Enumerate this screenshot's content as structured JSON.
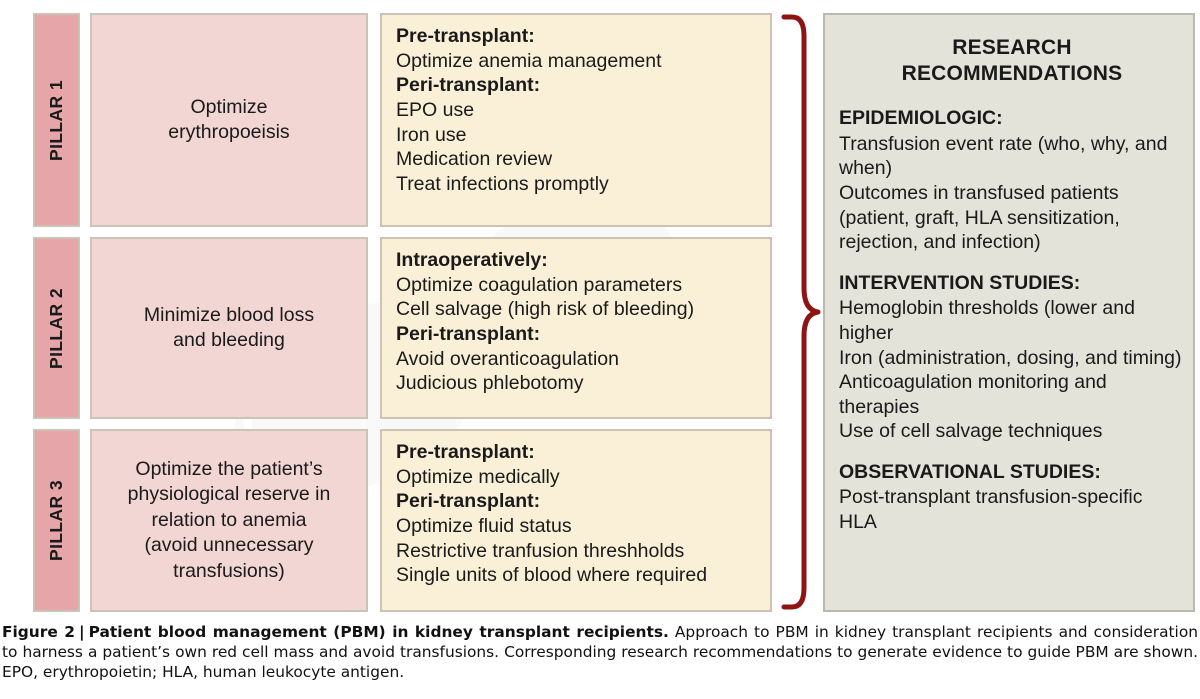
{
  "figure": {
    "pillars": [
      {
        "label": "PILLAR 1",
        "statement": "Optimize\nerythropoeisis",
        "actions": [
          {
            "type": "head",
            "text": "Pre-transplant:"
          },
          {
            "type": "item",
            "text": "Optimize anemia management"
          },
          {
            "type": "head",
            "text": "Peri-transplant:"
          },
          {
            "type": "item",
            "text": "EPO use"
          },
          {
            "type": "item",
            "text": "Iron use"
          },
          {
            "type": "item",
            "text": "Medication review"
          },
          {
            "type": "item",
            "text": "Treat infections promptly"
          }
        ]
      },
      {
        "label": "PILLAR 2",
        "statement": "Minimize blood loss\nand bleeding",
        "actions": [
          {
            "type": "head",
            "text": "Intraoperatively:"
          },
          {
            "type": "item",
            "text": "Optimize coagulation parameters"
          },
          {
            "type": "item",
            "text": "Cell salvage (high risk of bleeding)"
          },
          {
            "type": "head",
            "text": "Peri-transplant:"
          },
          {
            "type": "item",
            "text": "Avoid overanticoagulation"
          },
          {
            "type": "item",
            "text": "Judicious phlebotomy"
          }
        ]
      },
      {
        "label": "PILLAR 3",
        "statement": "Optimize the patient’s\nphysiological reserve in\nrelation to anemia\n(avoid unnecessary\ntransfusions)",
        "actions": [
          {
            "type": "head",
            "text": "Pre-transplant:"
          },
          {
            "type": "item",
            "text": "Optimize medically"
          },
          {
            "type": "head",
            "text": "Peri-transplant:"
          },
          {
            "type": "item",
            "text": "Optimize fluid status"
          },
          {
            "type": "item",
            "text": "Restrictive tranfusion threshholds"
          },
          {
            "type": "item",
            "text": "Single units of blood where required"
          }
        ]
      }
    ],
    "research_panel": {
      "title": "RESEARCH\nRECOMMENDATIONS",
      "sections": [
        {
          "head": "EPIDEMIOLOGIC:",
          "items": [
            "Transfusion event rate (who, why, and when)",
            "Outcomes in transfused patients (patient, graft, HLA sensitization, rejection, and infection)"
          ]
        },
        {
          "head": "INTERVENTION STUDIES:",
          "items": [
            "Hemoglobin thresholds (lower and higher",
            "Iron (administration, dosing, and timing)",
            "Anticoagulation monitoring and therapies",
            "Use of cell salvage techniques"
          ]
        },
        {
          "head": "OBSERVATIONAL STUDIES:",
          "items": [
            "Post-transplant transfusion-specific HLA"
          ]
        }
      ]
    }
  },
  "caption": {
    "lead": "Figure 2",
    "separator": "|",
    "bold_title": "Patient blood management (PBM) in kidney transplant recipients.",
    "body": "Approach to PBM in kidney transplant recipients and consideration to harness a patient’s own red cell mass and avoid transfusions. Corresponding research recommendations to generate evidence to guide PBM are shown. EPO, erythropoietin; HLA, human leukocyte antigen."
  },
  "colors": {
    "pillar_label_fill": "#e6a6a9",
    "pillar_statement_fill": "#f1d6d3",
    "action_box_fill": "#faf0d7",
    "research_panel_fill": "#e3e3d9",
    "box_border": "#cbc3b6",
    "brace_stroke": "#8e1414",
    "text": "#1a1a1a"
  }
}
